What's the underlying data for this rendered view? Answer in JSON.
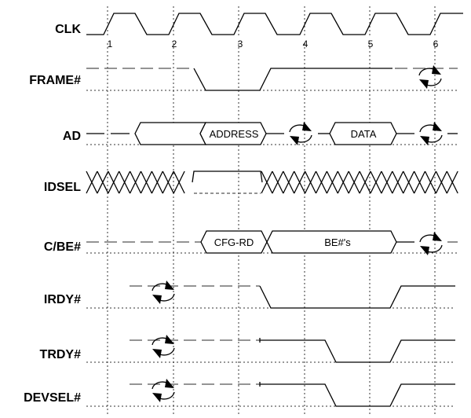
{
  "title_hidden": null,
  "signals": {
    "clk": "CLK",
    "frame": "FRAME#",
    "ad": "AD",
    "idsel": "IDSEL",
    "cbe": "C/BE#",
    "irdy": "IRDY#",
    "trdy": "TRDY#",
    "devsel": "DEVSEL#"
  },
  "clock_edges": [
    "1",
    "2",
    "3",
    "4",
    "5",
    "6"
  ],
  "bus_values": {
    "address": "ADDRESS",
    "data": "DATA",
    "cfg_rd": "CFG-RD",
    "byte_enables": "BE#'s"
  },
  "icons": {
    "turnaround": "turnaround-arrows-icon"
  }
}
